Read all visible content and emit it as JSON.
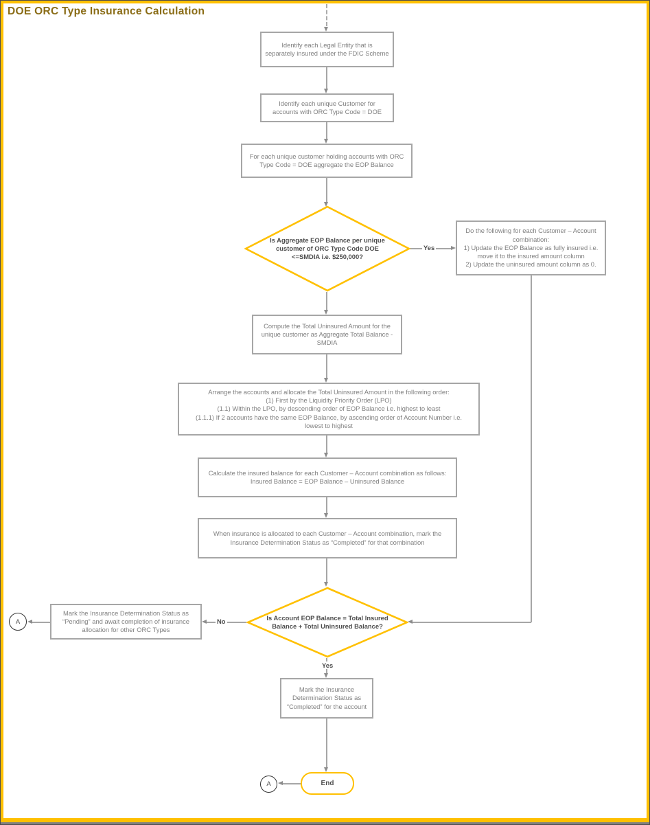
{
  "title": "DOE ORC Type Insurance Calculation",
  "colors": {
    "accent_gold": "#FFC000",
    "title_text": "#8A6C16",
    "shape_border": "#A6A6A6",
    "shape_text": "#7F7F7F",
    "decision_text": "#4D4D4D",
    "connector": "#A6A6A6"
  },
  "nodes": {
    "identify_legal_entity": {
      "text": "Identify each Legal Entity that is\nseparately insured under the FDIC Scheme"
    },
    "identify_unique_customer": {
      "text": "Identify each unique Customer for\naccounts with ORC Type Code = DOE"
    },
    "aggregate_eop": {
      "text": "For each unique customer holding accounts with ORC\nType Code = DOE aggregate the EOP Balance"
    },
    "decision_smdia": {
      "text": "Is Aggregate EOP Balance per unique\ncustomer of ORC Type Code DOE\n<=SMDIA i.e. $250,000?"
    },
    "fully_insured": {
      "text": "Do the following for each Customer – Account\ncombination:\n1) Update the EOP Balance as fully insured i.e.\nmove it to the insured amount column\n2) Update the uninsured amount column as 0."
    },
    "compute_uninsured": {
      "text": "Compute the Total Uninsured Amount for the\nunique customer as Aggregate Total Balance -\nSMDIA"
    },
    "arrange_accounts": {
      "text": "Arrange the accounts and allocate the Total Uninsured Amount in the following order:\n(1) First by the Liquidity Priority Order (LPO)\n(1.1) Within the LPO, by descending order of EOP Balance i.e. highest to least\n(1.1.1) If 2 accounts have the same EOP Balance, by ascending order of Account Number i.e.\nlowest to highest"
    },
    "calculate_insured": {
      "text": "Calculate the insured balance for each Customer – Account combination as follows:\nInsured Balance = EOP Balance – Uninsured Balance"
    },
    "mark_combination_completed": {
      "text": "When insurance is allocated to each Customer – Account combination, mark the\nInsurance Determination Status as “Completed” for that combination"
    },
    "decision_balance_check": {
      "text": "Is Account EOP Balance = Total Insured\nBalance + Total Uninsured Balance?"
    },
    "mark_pending": {
      "text": "Mark the Insurance Determination Status as\n“Pending” and await completion of insurance\nallocation for other ORC Types"
    },
    "mark_account_completed": {
      "text": "Mark the Insurance\nDetermination Status as\n“Completed” for the account"
    },
    "end": {
      "text": "End"
    },
    "connector_a_left": {
      "text": "A"
    },
    "connector_a_bottom": {
      "text": "A"
    }
  },
  "labels": {
    "yes_smdia": "Yes",
    "no_balance": "No",
    "yes_balance": "Yes"
  }
}
